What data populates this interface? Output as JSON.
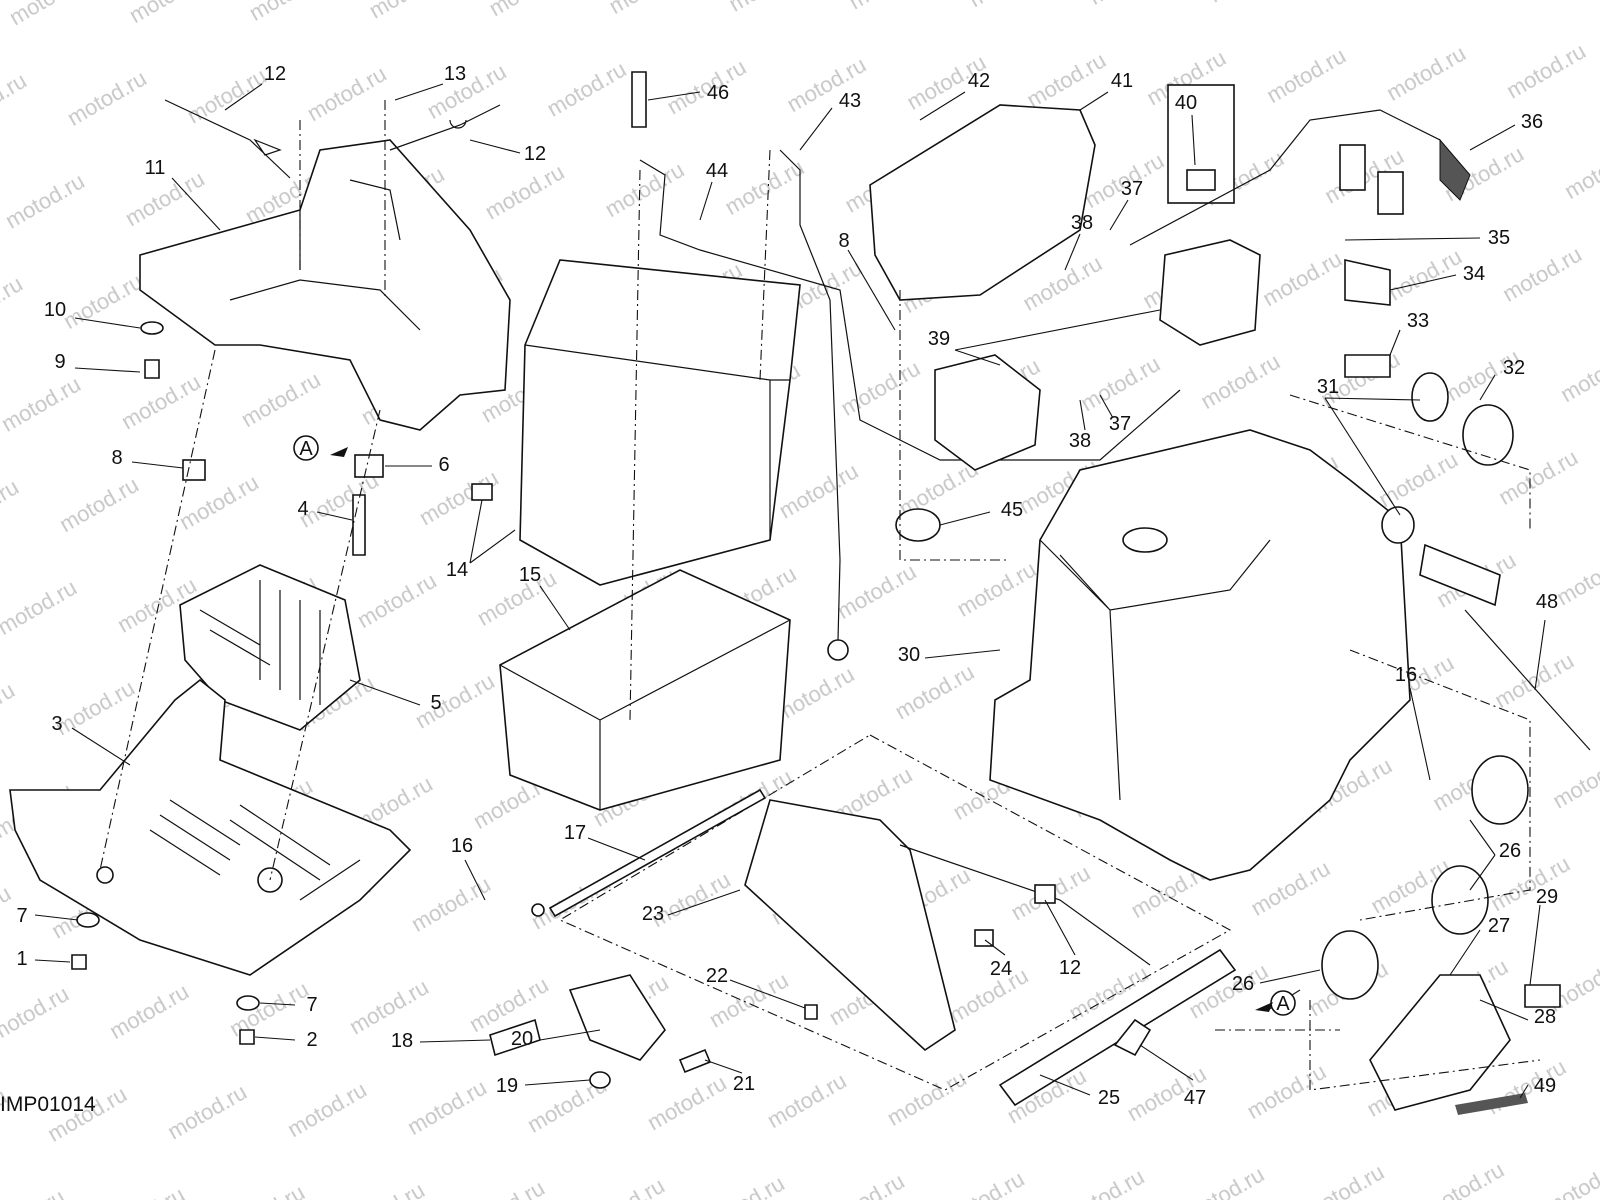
{
  "diagram_code": "IMP01014",
  "watermark": "motod.ru",
  "section_marker": "A",
  "labels": [
    "12",
    "13",
    "12",
    "11",
    "10",
    "9",
    "8",
    "6",
    "4",
    "5",
    "3",
    "7",
    "1",
    "7",
    "2",
    "46",
    "43",
    "44",
    "42",
    "41",
    "40",
    "36",
    "37",
    "38",
    "35",
    "34",
    "33",
    "32",
    "31",
    "8",
    "39",
    "38",
    "37",
    "45",
    "14",
    "15",
    "30",
    "48",
    "16",
    "26",
    "29",
    "27",
    "26",
    "28",
    "49",
    "17",
    "16",
    "23",
    "24",
    "12",
    "22",
    "18",
    "20",
    "21",
    "19",
    "25",
    "47"
  ]
}
